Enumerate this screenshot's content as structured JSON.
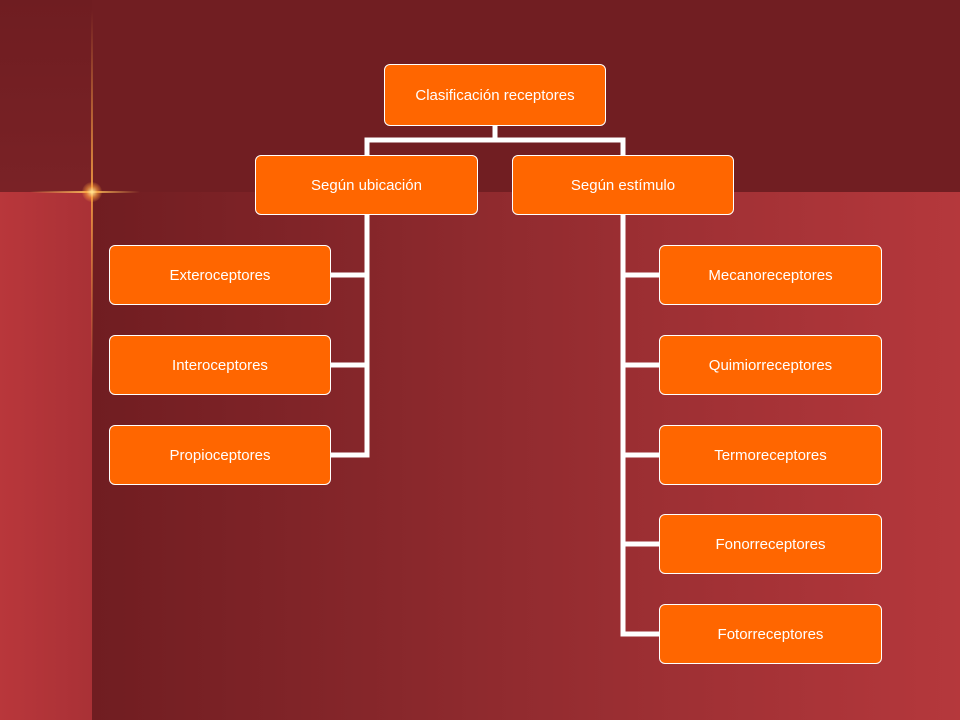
{
  "root": {
    "label": "Clasificación receptores"
  },
  "branches": [
    {
      "label": "Según ubicación",
      "children": [
        "Exteroceptores",
        "Interoceptores",
        "Propioceptores"
      ]
    },
    {
      "label": "Según estímulo",
      "children": [
        "Mecanoreceptores",
        "Quimiorreceptores",
        "Termoreceptores",
        "Fonorreceptores",
        "Fotorreceptores"
      ]
    }
  ],
  "colors": {
    "node_fill": "#ff6600",
    "connector": "#ffffff",
    "background": "#6e1e22"
  }
}
